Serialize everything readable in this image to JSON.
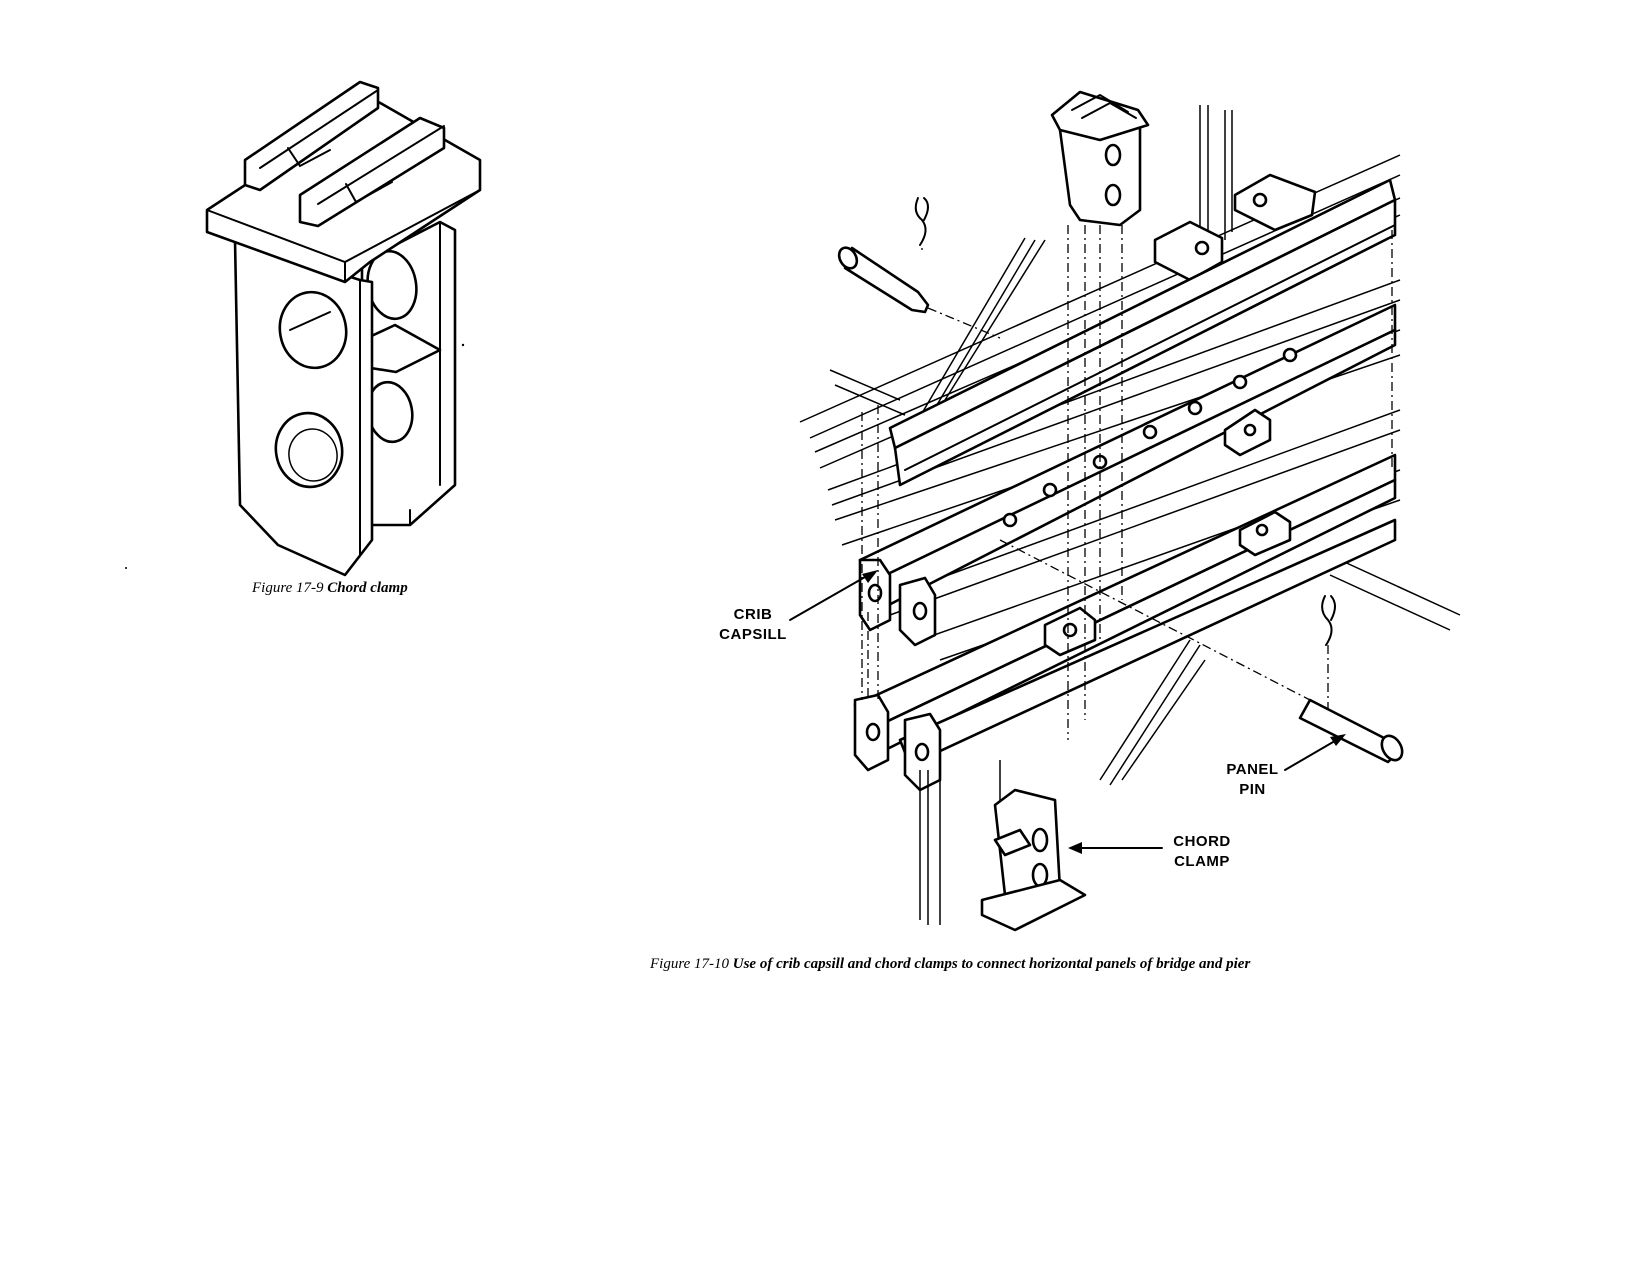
{
  "figures": {
    "chord_clamp": {
      "caption_number": "Figure 17-9",
      "caption_title": "Chord clamp"
    },
    "assembly": {
      "caption_number": "Figure 17-10",
      "caption_title": "Use of crib capsill and chord clamps to connect horizontal panels of bridge and pier",
      "callouts": {
        "crib_capsill": [
          "CRIB",
          "CAPSILL"
        ],
        "panel_pin": [
          "PANEL",
          "PIN"
        ],
        "chord_clamp": [
          "CHORD",
          "CLAMP"
        ]
      }
    }
  }
}
